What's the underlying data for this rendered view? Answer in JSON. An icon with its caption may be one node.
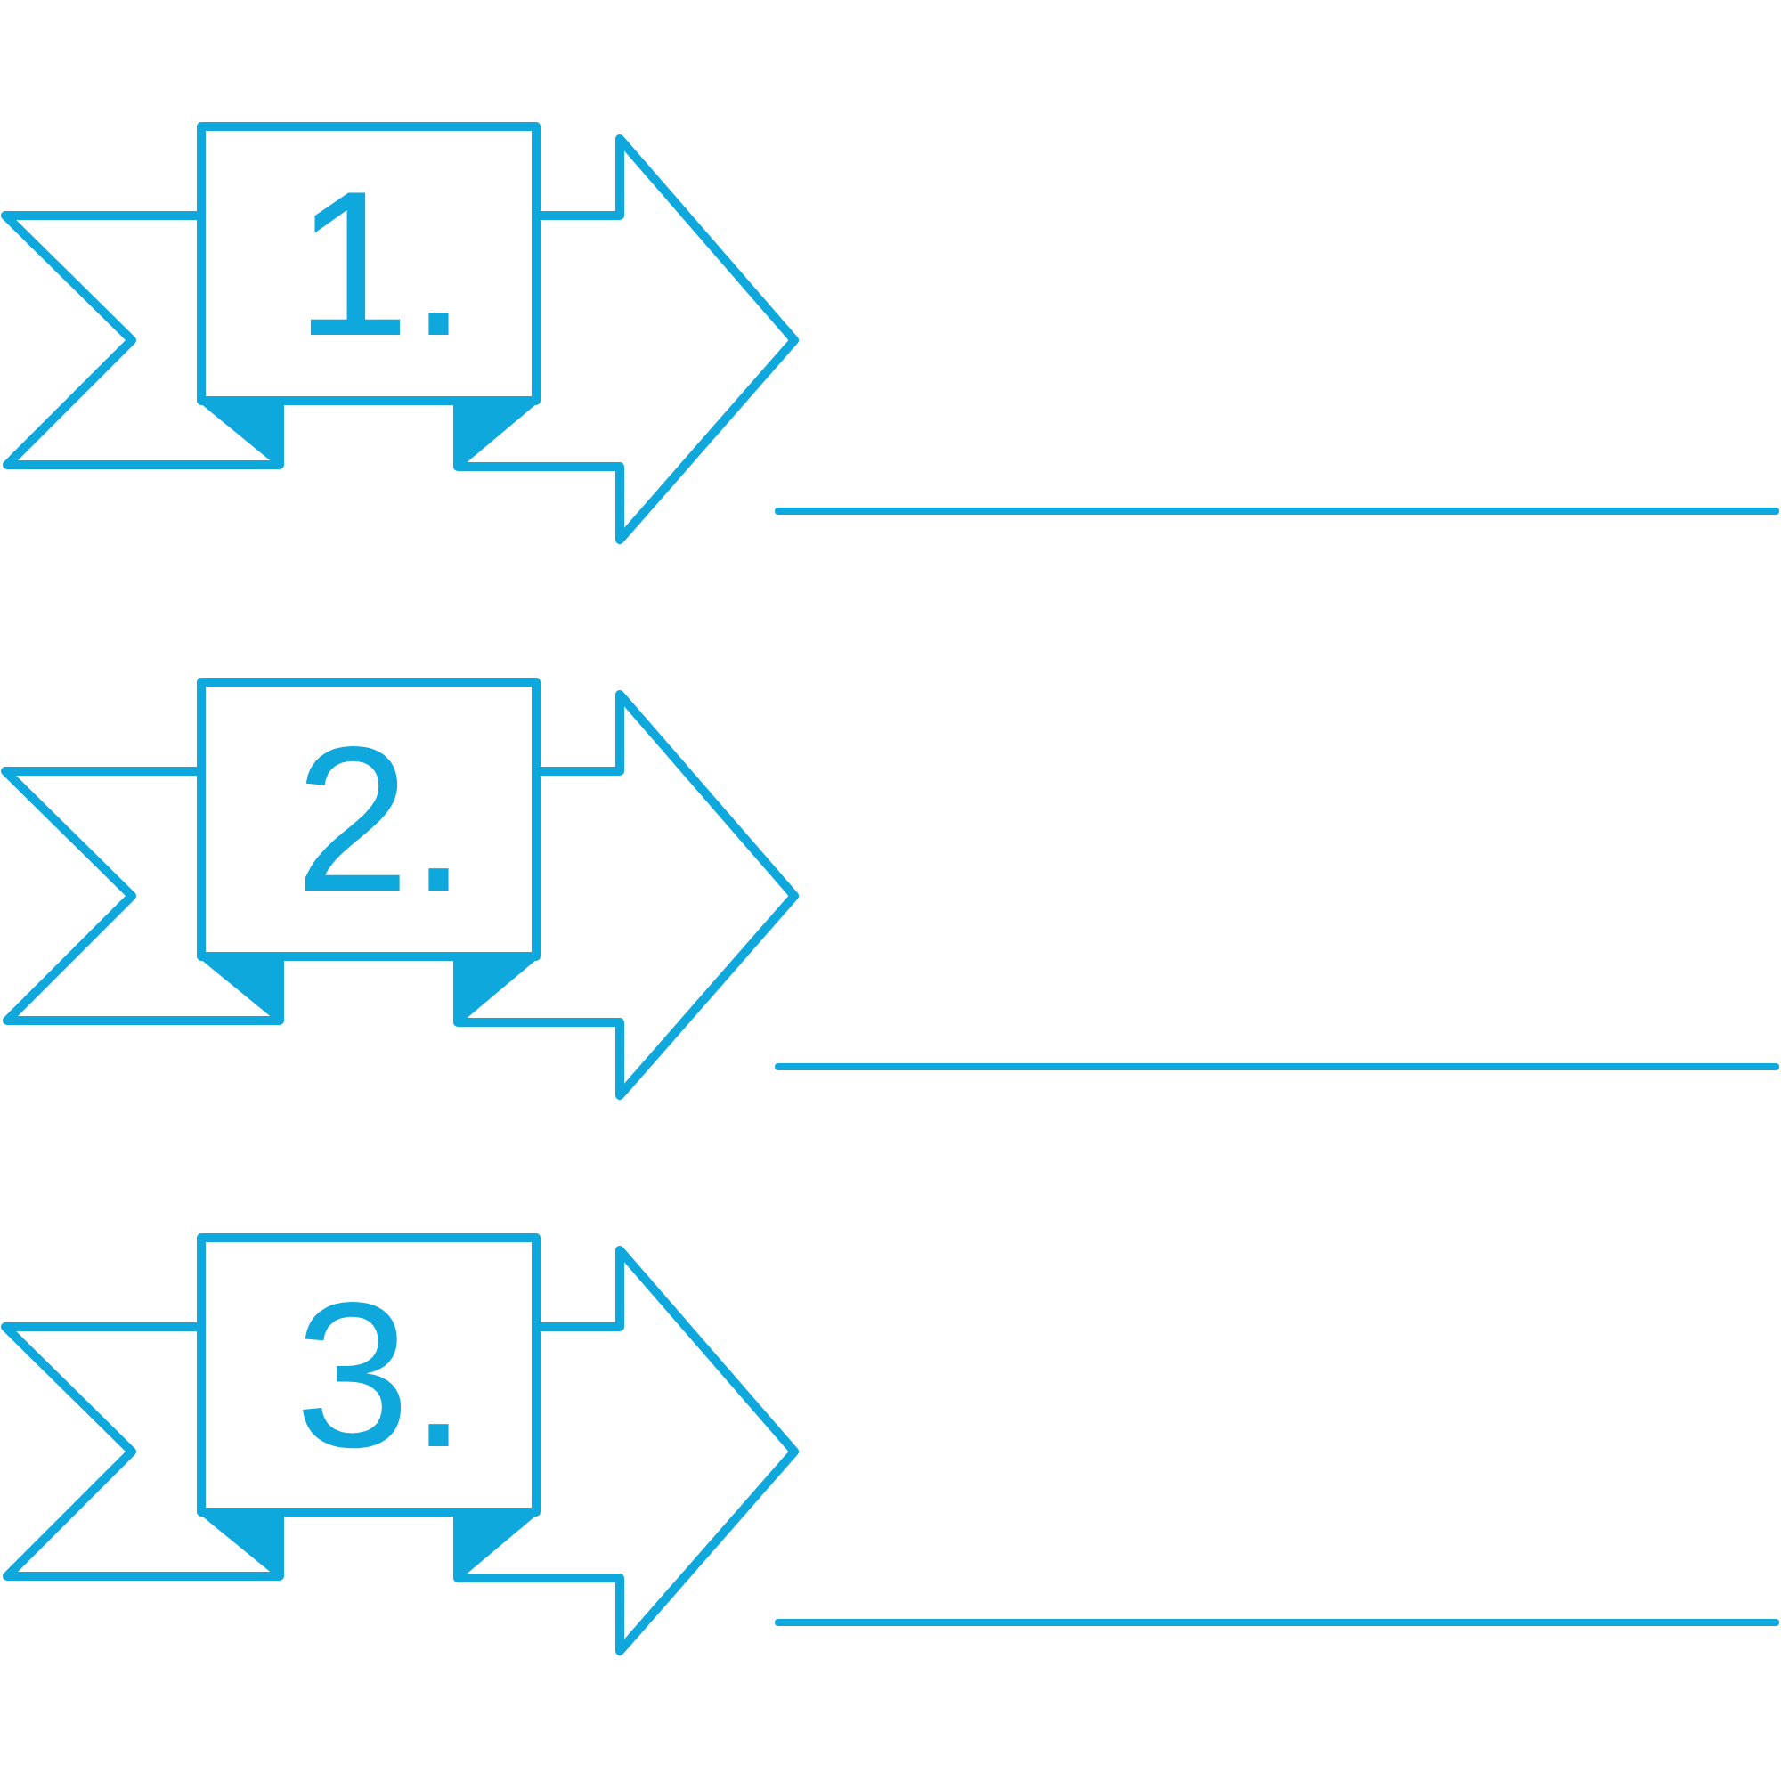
{
  "diagram": {
    "nodes": [
      {
        "text": [
          "1."
        ]
      },
      {
        "text": [
          "2."
        ]
      },
      {
        "text": [
          "3."
        ]
      }
    ]
  }
}
